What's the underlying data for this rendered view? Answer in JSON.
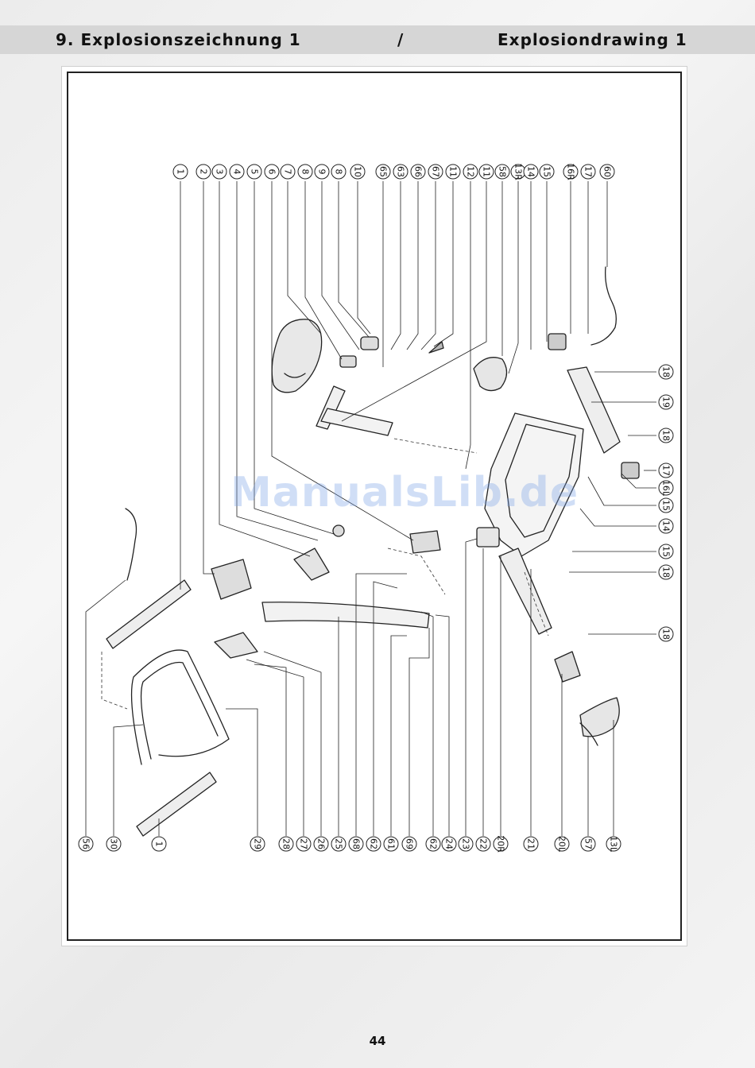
{
  "header": {
    "title_de": "9. Explosionszeichnung 1",
    "separator": "/",
    "title_en": "Explosiondrawing 1"
  },
  "watermark": "ManualsLib.de",
  "page_number": "44",
  "diagram": {
    "top_callouts": [
      "1",
      "2",
      "3",
      "4",
      "5",
      "6",
      "7",
      "8",
      "9",
      "8",
      "10",
      "65",
      "63",
      "66",
      "67",
      "11",
      "12",
      "11",
      "58",
      "13R",
      "14",
      "15",
      "16R",
      "17",
      "60"
    ],
    "bottom_callouts": [
      "56",
      "30",
      "1",
      "29",
      "28",
      "27",
      "26",
      "25",
      "68",
      "62",
      "61",
      "69",
      "62",
      "24",
      "23",
      "22",
      "20R",
      "21",
      "20L",
      "57",
      "13L"
    ],
    "right_callouts": [
      "18",
      "19",
      "18",
      "17",
      "16L",
      "15",
      "14",
      "15",
      "18",
      "18"
    ]
  }
}
